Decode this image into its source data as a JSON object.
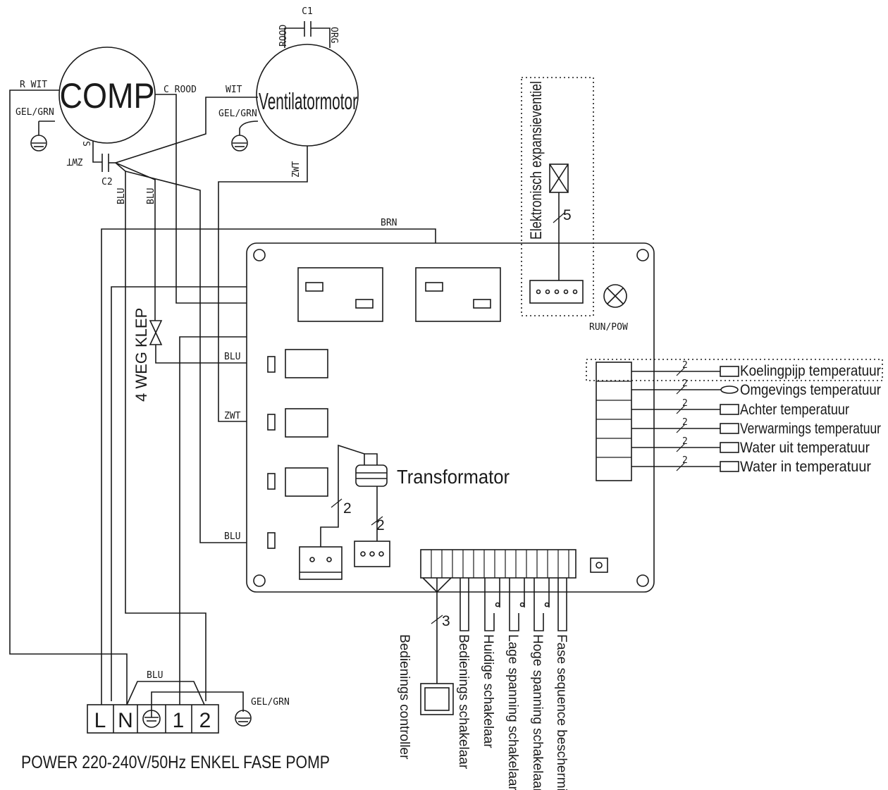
{
  "components": {
    "comp": "COMP",
    "fan": "Ventilatormotor",
    "c1": "C1",
    "c2": "C2",
    "valve": "4 WEG KLEP",
    "transformer": "Transformator",
    "eev": "Elektronisch expansieventiel",
    "run_pow": "RUN/POW"
  },
  "wires": {
    "r_wit": "R WIT",
    "c_rood": "C ROOD",
    "wit": "WIT",
    "gel_grn": "GEL/GRN",
    "s": "S",
    "zwt": "ZWT",
    "blu": "BLU",
    "rood": "ROOD",
    "org": "ORG",
    "brn": "BRN"
  },
  "counts": {
    "two": "2",
    "three": "3",
    "five": "5"
  },
  "sensors": [
    {
      "label": "Koelingpijp temperatuur"
    },
    {
      "label": "Omgevings temperatuur"
    },
    {
      "label": "Achter temperatuur"
    },
    {
      "label": "Verwarmings temperatuur"
    },
    {
      "label": "Water uit temperatuur"
    },
    {
      "label": "Water in temperatuur"
    }
  ],
  "bottom_connections": [
    {
      "label": "Bedienings controller"
    },
    {
      "label": "Bedienings schakelaar"
    },
    {
      "label": "Huidige schakelaar"
    },
    {
      "label": "Lage spanning schakelaar"
    },
    {
      "label": "Hoge spanning schakelaar"
    },
    {
      "label": "Fase sequence bescherming"
    }
  ],
  "terminal_block": {
    "terminals": [
      "L",
      "N",
      "1",
      "2"
    ]
  },
  "power_label": "POWER 220-240V/50Hz  ENKEL FASE POMP"
}
